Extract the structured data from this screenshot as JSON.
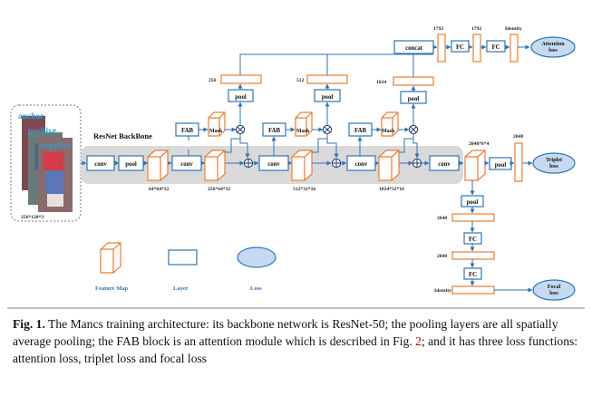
{
  "input": {
    "labels": [
      "anchor",
      "positive",
      "negative"
    ],
    "size": "256*128*3"
  },
  "backbone_label": "ResNet BackBone",
  "blocks": {
    "conv": "conv",
    "pool": "pool",
    "fab": "FAB",
    "mask": "Mask",
    "concat": "concat",
    "fc": "FC"
  },
  "feature_map_sizes": {
    "stage1": "64*64*32",
    "stage2": "256*64*32",
    "stage3": "512*32*16",
    "stage4": "1024*32*16",
    "final": "2048*8*4"
  },
  "vector_dims": {
    "att1": "256",
    "att2": "512",
    "att3": "1024",
    "concat_out": "1792",
    "fc1_out": "1792",
    "fc2_out": "Identity",
    "triplet_vec": "2048",
    "focal_vec1": "2048",
    "focal_vec2": "2048",
    "focal_out": "Identity"
  },
  "losses": {
    "attention": "Attention loss",
    "triplet": "Triplet loss",
    "focal": "Focal loss"
  },
  "legend": {
    "feature_map": "Feature Map",
    "layer": "Layer",
    "loss": "Loss"
  },
  "caption": {
    "fig_label": "Fig. 1.",
    "text_before_ref": "The Mancs training architecture: its backbone network is ResNet-50; the pooling layers are all spatially average pooling; the FAB block is an attention module which is described in Fig.",
    "ref": "2",
    "text_after_ref": "; and it has three loss functions: attention loss, triplet loss and focal loss"
  },
  "colors": {
    "orange": "#ed7d31",
    "blue": "#2e75b6",
    "loss_fill": "#c5d9f1",
    "backbone_fill": "#d9d9d9"
  }
}
